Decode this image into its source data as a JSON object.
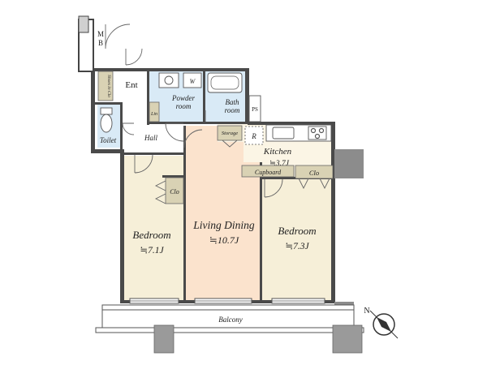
{
  "colors": {
    "bedroom_fill": "#f6efd8",
    "living_fill": "#fbe3cd",
    "wet_fill": "#d9eaf6",
    "kitchen_fill": "#fbf5e5",
    "storage_fill": "#d9d2b4",
    "wall": "#4a4a4a",
    "column": "#8c8c8c",
    "balcony_column": "#9a9a9a"
  },
  "labels": {
    "mb_m": "M",
    "mb_b": "B",
    "ent": "Ent",
    "shoes": "Shoes in Clo",
    "toilet": "Toilet",
    "hall": "Hall",
    "powder_1": "Powder",
    "powder_2": "room",
    "washer": "W",
    "lin": "Lin",
    "bath_1": "Bath",
    "bath_2": "room",
    "ps": "PS",
    "storage": "Storage",
    "refrigerator": "R",
    "kitchen": "Kitchen",
    "kitchen_size": "≒3.7J",
    "cupboard": "Cupboard",
    "clo_right": "Clo",
    "clo_left": "Clo",
    "bedroom_left": "Bedroom",
    "bedroom_left_size": "≒7.1J",
    "living": "Living Dining",
    "living_size": "≒10.7J",
    "bedroom_right": "Bedroom",
    "bedroom_right_size": "≒7.3J",
    "balcony": "Balcony",
    "north": "N"
  }
}
